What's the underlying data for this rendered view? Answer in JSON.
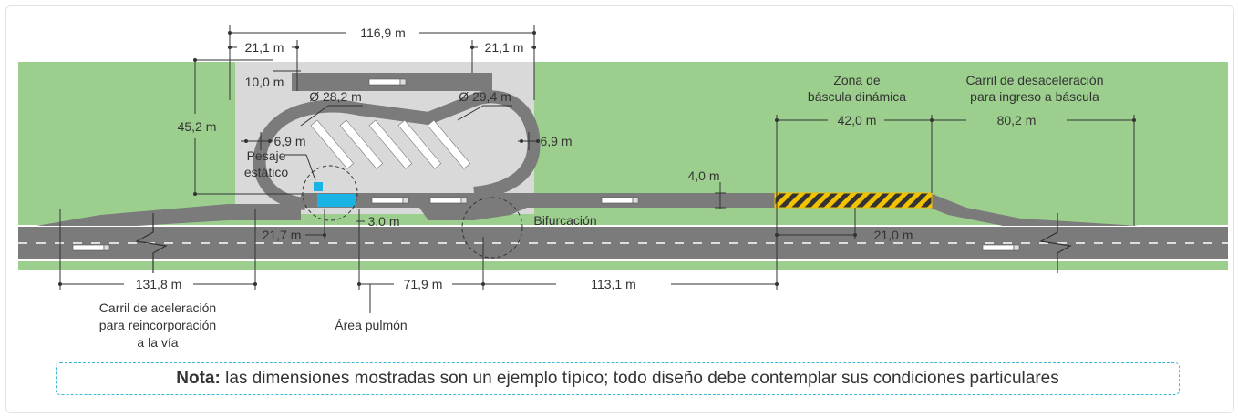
{
  "labels": {
    "total_width": "116,9 m",
    "loop_left": "21,1 m",
    "loop_right": "21,1 m",
    "lane_to_parking": "10,0 m",
    "height": "45,2 m",
    "radius_left": "Ø 28,2 m",
    "radius_right": "Ø 29,4 m",
    "gap_left": "6,9 m",
    "gap_right": "6,9 m",
    "static_weigh_line1": "Pesaje",
    "static_weigh_line2": "estático",
    "lane_width": "4,0 m",
    "bifurcation": "Bifurcación",
    "small_gap": "3,0 m",
    "static_offset": "21,7 m",
    "weigh_zone_line1": "Zona de",
    "weigh_zone_line2": "báscula dinámica",
    "weigh_zone_length": "42,0 m",
    "decel_line1": "Carril de desaceleración",
    "decel_line2": "para ingreso a báscula",
    "decel_length": "80,2 m",
    "weigh_inner": "21,0 m",
    "accel_length": "131,8 m",
    "buffer_length": "71,9 m",
    "bif_to_zone": "113,1 m",
    "accel_line1": "Carril de aceleración",
    "accel_line2": "para reincorporación",
    "accel_line3": "a la vía",
    "buffer_area": "Área pulmón"
  },
  "note": {
    "bold": "Nota:",
    "text": " las dimensiones mostradas son un ejemplo típico; todo diseño debe contemplar sus condiciones particulares"
  },
  "colors": {
    "grass": "#9ccf8e",
    "road": "#7b7b7b",
    "static_scale": "#1ab3e6",
    "weigh_zone_stripes": "#f2c200",
    "note_border": "#3fb8d6"
  }
}
